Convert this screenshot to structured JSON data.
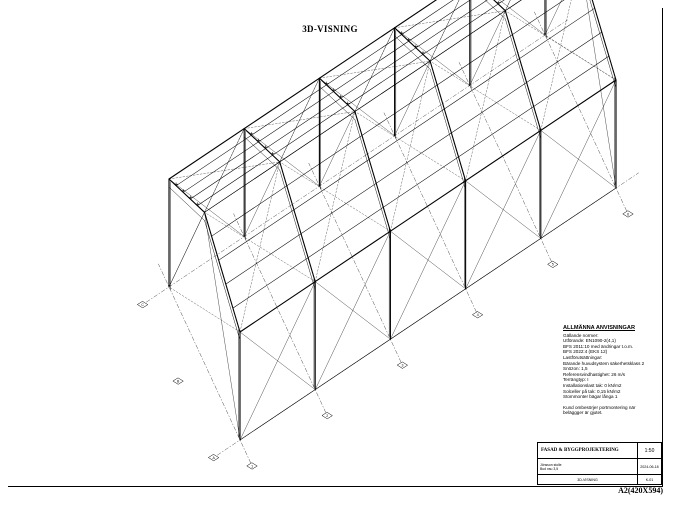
{
  "drawing": {
    "title": "3D-VISNING",
    "sheet_size": "A2(420X594)",
    "grid_labels": [
      "A",
      "B",
      "C",
      "1",
      "2",
      "3",
      "4",
      "5",
      "6"
    ]
  },
  "notes": {
    "heading": "ALLMÄNNA ANVISNINGAR",
    "lines": [
      "Gällande normer:",
      "Utförande: EN1090-2(4,1)",
      "BFS 2011:10 med ändringar t.o.m.",
      "BFS 2022:4 (EKS 12)",
      "Lastförutsättningar:",
      "Bärande huvudsystem säkerhetsklass 2",
      "Snözon: 1,5",
      "Referensvindhastighet: 26 m/s",
      "Terrängtyp: I",
      "Installationslast tak: 0 kN/m2",
      "Solceller på tak: 0,15 kN/m2",
      "Stommonter bägar långa 1"
    ],
    "footer": [
      "Kund ombesörjer portmontering när",
      "beläggger är gjutet."
    ]
  },
  "title_block": {
    "company": "FASAD & BYGGPROJEKTERING",
    "scale": "1:50",
    "project_line1": "Jönsson stolle",
    "project_line2": "Bud nsu 3,5",
    "date": "2024-06-18",
    "drawing_no": "3D-VISNING",
    "revision": "K-01"
  },
  "colors": {
    "line": "#000000",
    "background": "#ffffff"
  }
}
